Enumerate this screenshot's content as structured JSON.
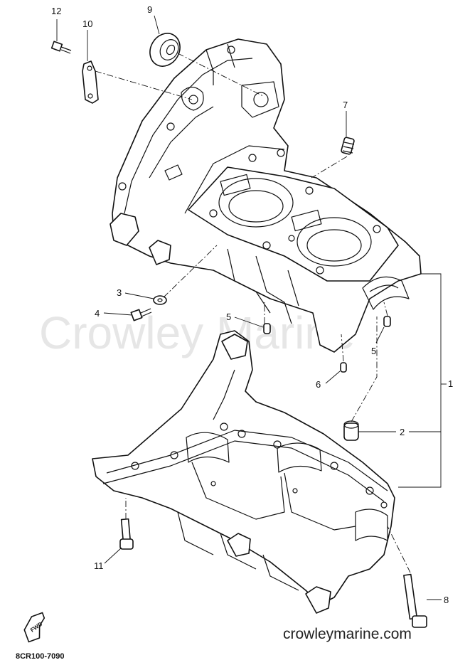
{
  "watermark": "Crowley Marine",
  "website": "crowleymarine.com",
  "diagram_code": "8CR100-7090",
  "fwd_label": "FWD",
  "callouts": [
    {
      "id": "c1",
      "label": "1"
    },
    {
      "id": "c2",
      "label": "2"
    },
    {
      "id": "c3",
      "label": "3"
    },
    {
      "id": "c4",
      "label": "4"
    },
    {
      "id": "c5a",
      "label": "5"
    },
    {
      "id": "c5b",
      "label": "5"
    },
    {
      "id": "c6",
      "label": "6"
    },
    {
      "id": "c7",
      "label": "7"
    },
    {
      "id": "c8",
      "label": "8"
    },
    {
      "id": "c9",
      "label": "9"
    },
    {
      "id": "c10",
      "label": "10"
    },
    {
      "id": "c11",
      "label": "11"
    },
    {
      "id": "c12",
      "label": "12"
    }
  ]
}
